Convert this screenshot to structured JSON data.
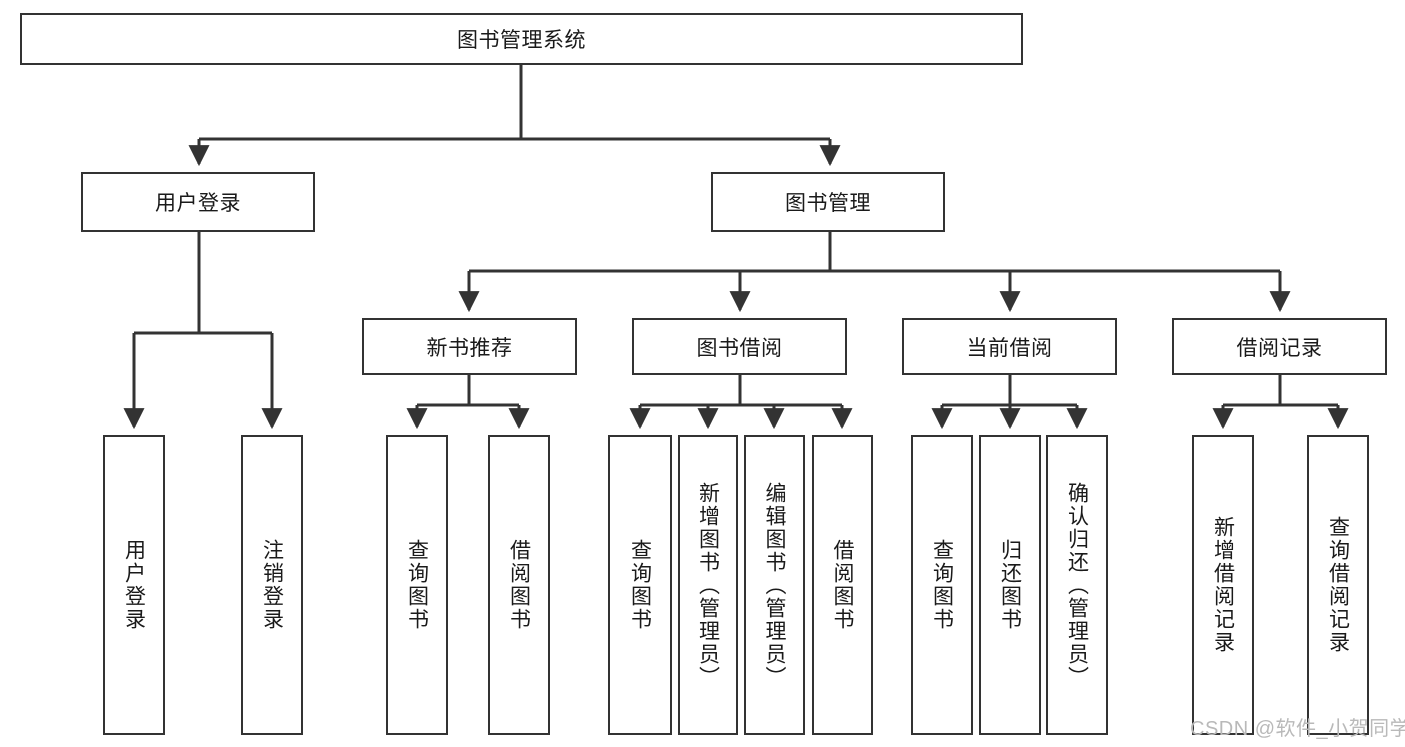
{
  "diagram": {
    "title": "图书管理系统",
    "root": {
      "label": "图书管理系统"
    },
    "level2": [
      {
        "label": "用户登录"
      },
      {
        "label": "图书管理"
      }
    ],
    "level3": [
      {
        "label": "新书推荐"
      },
      {
        "label": "图书借阅"
      },
      {
        "label": "当前借阅"
      },
      {
        "label": "借阅记录"
      }
    ],
    "leaves": {
      "user_login": [
        {
          "label": "用户登录"
        },
        {
          "label": "注销登录"
        }
      ],
      "new_book_recommend": [
        {
          "label": "查询图书"
        },
        {
          "label": "借阅图书"
        }
      ],
      "book_borrow": [
        {
          "label": "查询图书"
        },
        {
          "label": "新增图书（管理员）"
        },
        {
          "label": "编辑图书（管理员）"
        },
        {
          "label": "借阅图书"
        }
      ],
      "current_borrow": [
        {
          "label": "查询图书"
        },
        {
          "label": "归还图书"
        },
        {
          "label": "确认归还（管理员）"
        }
      ],
      "borrow_records": [
        {
          "label": "新增借阅记录"
        },
        {
          "label": "查询借阅记录"
        }
      ]
    },
    "watermark": "CSDN @软件_小贺同学",
    "colors": {
      "border": "#333333",
      "background": "#ffffff",
      "text": "#1a1a1a",
      "watermark": "#b9b9b9"
    }
  }
}
